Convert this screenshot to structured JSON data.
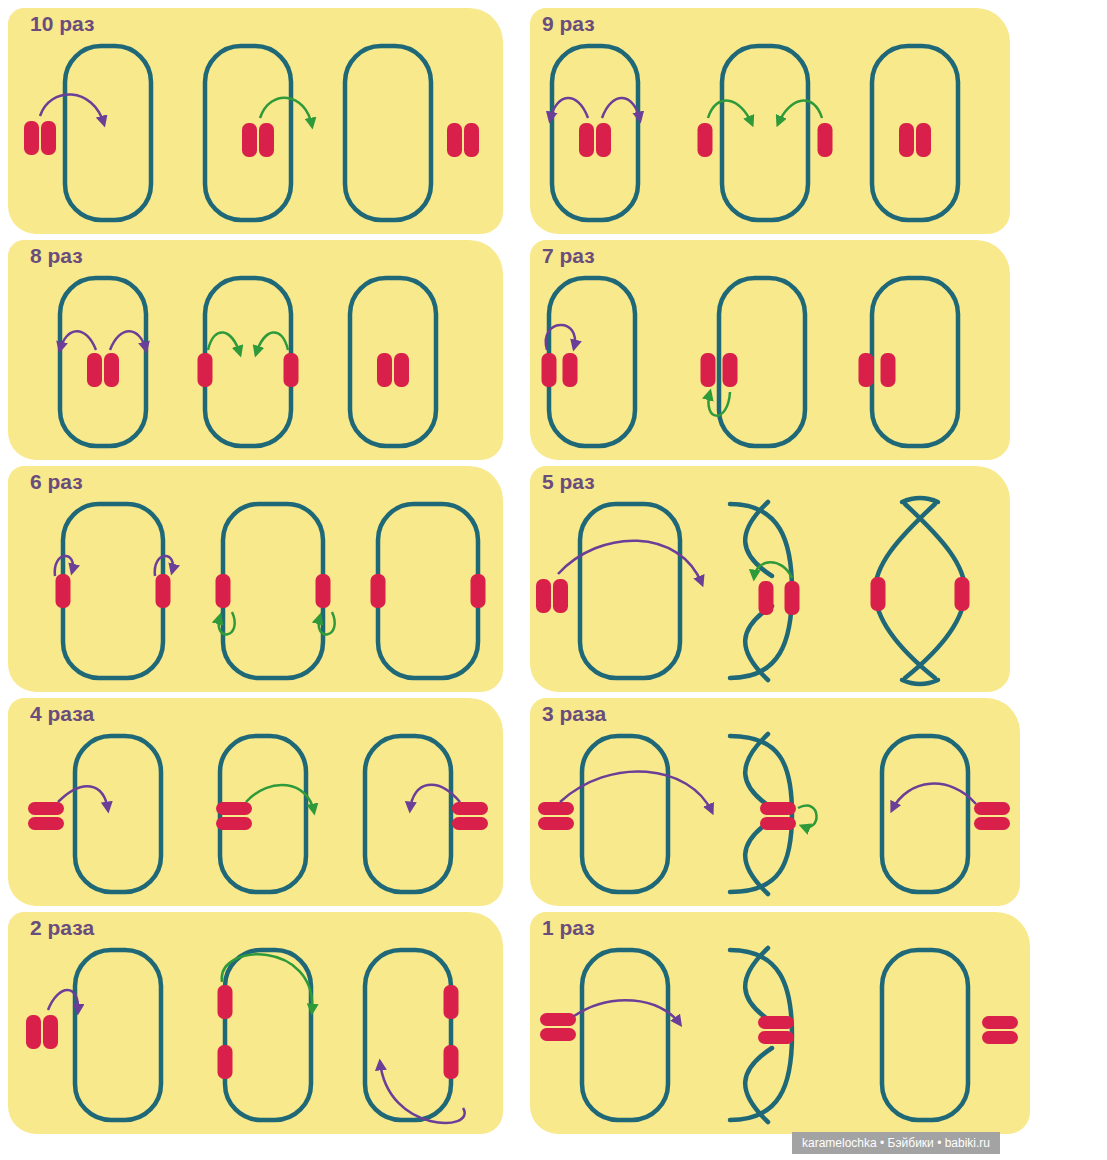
{
  "diagram": {
    "nodes": [
      {
        "text": [
          "10 раз"
        ]
      },
      {
        "text": [
          "9 раз"
        ]
      },
      {
        "text": [
          "8 раз"
        ]
      },
      {
        "text": [
          "7 раз"
        ]
      },
      {
        "text": [
          "6 раз"
        ]
      },
      {
        "text": [
          "5 раз"
        ]
      },
      {
        "text": [
          "4 раза"
        ]
      },
      {
        "text": [
          "3 раза"
        ]
      },
      {
        "text": [
          "2 раза"
        ]
      },
      {
        "text": [
          "1 раз"
        ]
      }
    ],
    "labels": [
      "karamelochka • Бэйбики • babiki.ru"
    ]
  }
}
